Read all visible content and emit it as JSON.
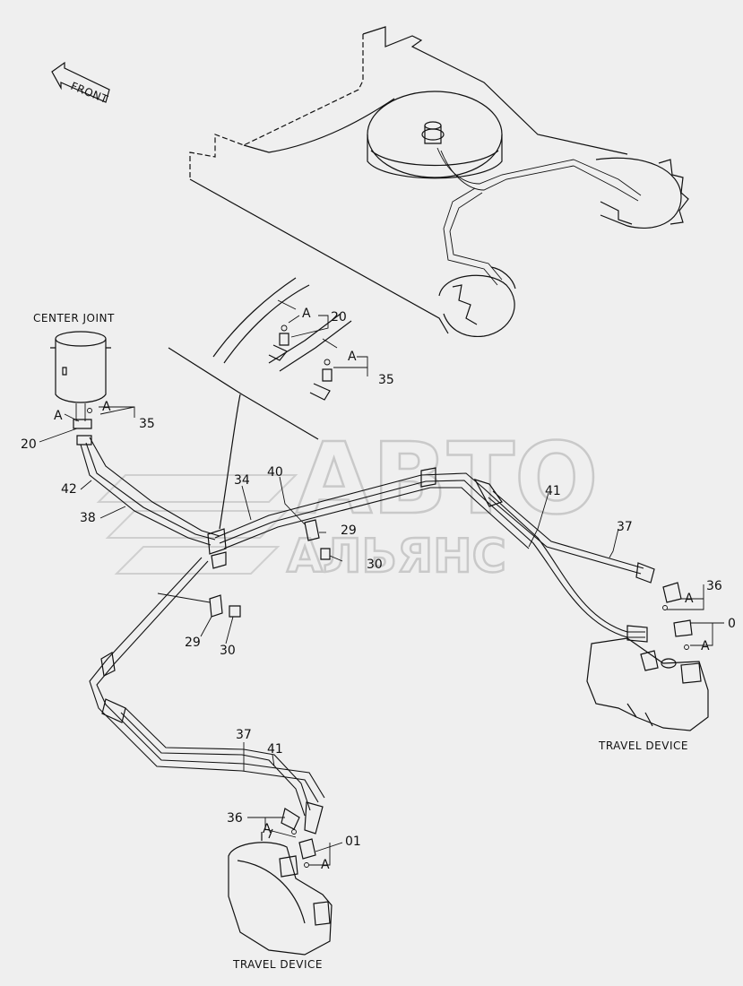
{
  "watermark": {
    "line1": "АВТО",
    "line2": "АЛЬЯНС"
  },
  "front_arrow": "FRONT",
  "captions": {
    "center_joint": "CENTER JOINT",
    "travel_device_right": "TRAVEL DEVICE",
    "travel_device_bottom": "TRAVEL DEVICE"
  },
  "callouts": {
    "c20_top": "20",
    "a_top20": "A",
    "c35_top": "35",
    "a_top35": "A",
    "a_cj_left": "A",
    "a_cj_right": "A",
    "c35_cj": "35",
    "c20_cj": "20",
    "c42": "42",
    "c38": "38",
    "c34": "34",
    "c40": "40",
    "c29_mid": "29",
    "c30_mid": "30",
    "c29_low": "29",
    "c30_low": "30",
    "c41_right": "41",
    "c37_right": "37",
    "c36_right": "36",
    "a_r36": "A",
    "c01_right": "0",
    "a_r01": "A",
    "c37_bot": "37",
    "c41_bot": "41",
    "c36_bot": "36",
    "a_b36": "A",
    "c01_bot": "01",
    "a_b01": "A"
  }
}
